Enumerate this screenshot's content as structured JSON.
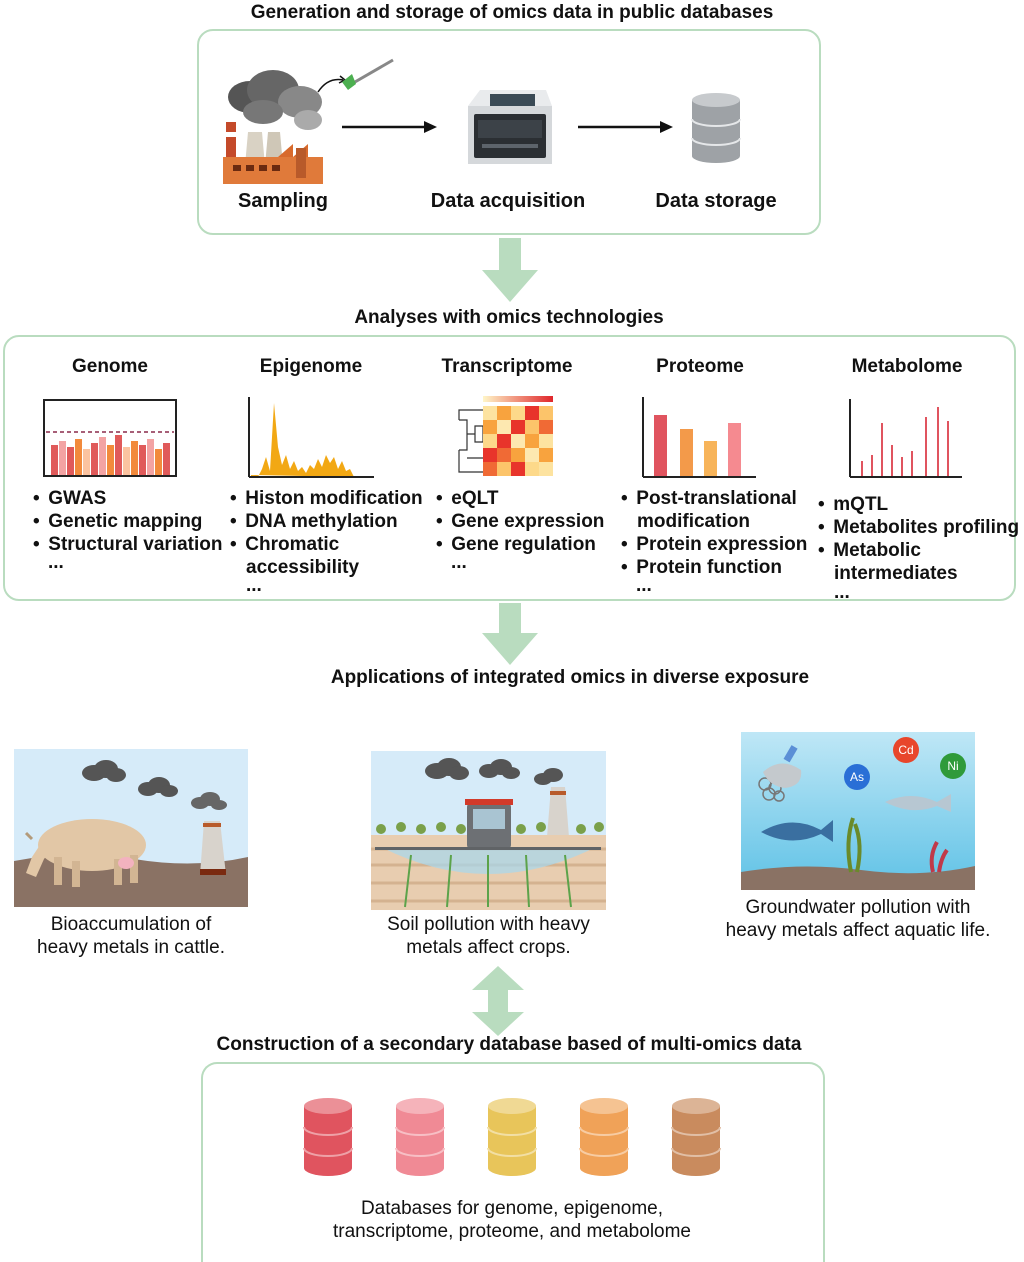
{
  "headings": {
    "generation": "Generation and storage of omics data in public databases",
    "analyses": "Analyses with omics technologies",
    "applications": "Applications of integrated omics in diverse exposure",
    "construction": "Construction of a secondary database based of multi-omics data"
  },
  "pipeline": {
    "sampling": "Sampling",
    "acquisition": "Data acquisition",
    "storage": "Data storage"
  },
  "omics": [
    {
      "title": "Genome",
      "items": [
        "GWAS",
        "Genetic mapping",
        "Structural variation"
      ],
      "more": "..."
    },
    {
      "title": "Epigenome",
      "items": [
        "Histon modification",
        "DNA methylation",
        "Chromatic",
        "accessibility"
      ],
      "more": "..."
    },
    {
      "title": "Transcriptome",
      "items": [
        "eQLT",
        "Gene expression",
        "Gene regulation"
      ],
      "more": "..."
    },
    {
      "title": "Proteome",
      "items": [
        "Post-translational",
        "modification",
        "Protein expression",
        "Protein function"
      ],
      "more": "..."
    },
    {
      "title": "Metabolome",
      "items": [
        "mQTL",
        "Metabolites profiling",
        "Metabolic",
        "intermediates"
      ],
      "more": "..."
    }
  ],
  "applications": [
    {
      "line1": "Bioaccumulation of",
      "line2": "heavy metals in cattle."
    },
    {
      "line1": "Soil pollution with heavy",
      "line2": "metals affect crops."
    },
    {
      "line1": "Groundwater pollution with",
      "line2": "heavy metals affect aquatic life."
    }
  ],
  "elements": {
    "cd": "Cd",
    "as": "As",
    "ni": "Ni"
  },
  "database_caption": {
    "line1": "Databases for genome, epigenome,",
    "line2": "transcriptome, proteome, and metabolome"
  },
  "colors": {
    "panel_border": "#b9dcbf",
    "flow_arrow": "#b9dcbf",
    "db_colors": [
      "#e0545f",
      "#f08a95",
      "#e8c55a",
      "#f0a258",
      "#c98b5e"
    ]
  }
}
